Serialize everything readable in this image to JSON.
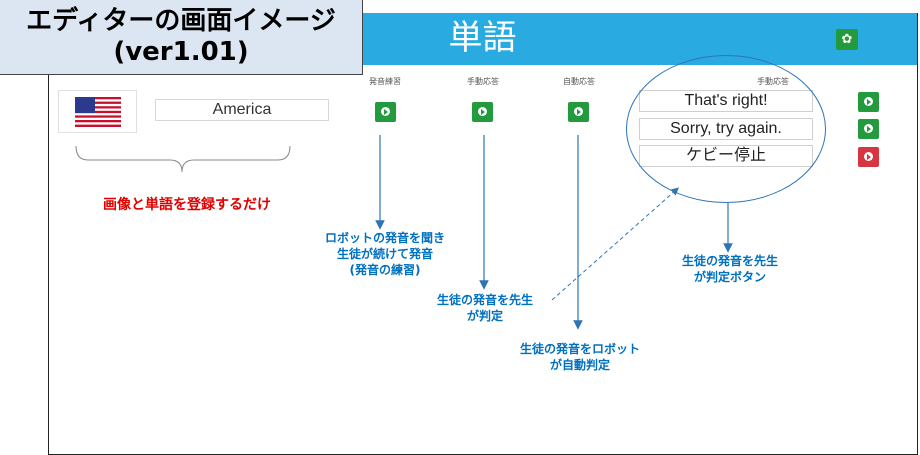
{
  "title_box": {
    "line1": "エディターの画面イメージ",
    "line2": "(ver1.01)"
  },
  "app": {
    "title": "単語",
    "settings_icon": "gear-icon"
  },
  "word_entry": {
    "flag_icon": "us-flag-icon",
    "word": "America"
  },
  "columns": [
    {
      "label": "発音練習"
    },
    {
      "label": "手動応答"
    },
    {
      "label": "自動応答"
    },
    {
      "label": "手動応答"
    }
  ],
  "responses": [
    "That's right!",
    "Sorry, try again.",
    "ケビー停止"
  ],
  "annotations": {
    "register": "画像と単語を登録するだけ",
    "practice": [
      "ロボットの発音を聞き",
      "生徒が続けて発音",
      "(発音の練習)"
    ],
    "manual": [
      "生徒の発音を先生",
      "が判定"
    ],
    "auto": [
      "生徒の発音をロボット",
      "が自動判定"
    ],
    "teacher_buttons": [
      "生徒の発音を先生",
      "が判定ボタン"
    ]
  },
  "colors": {
    "topbar": "#29abe2",
    "green": "#249a3f",
    "red": "#d73542",
    "annotation": "#0070c0",
    "title_box": "#dce6f2"
  }
}
